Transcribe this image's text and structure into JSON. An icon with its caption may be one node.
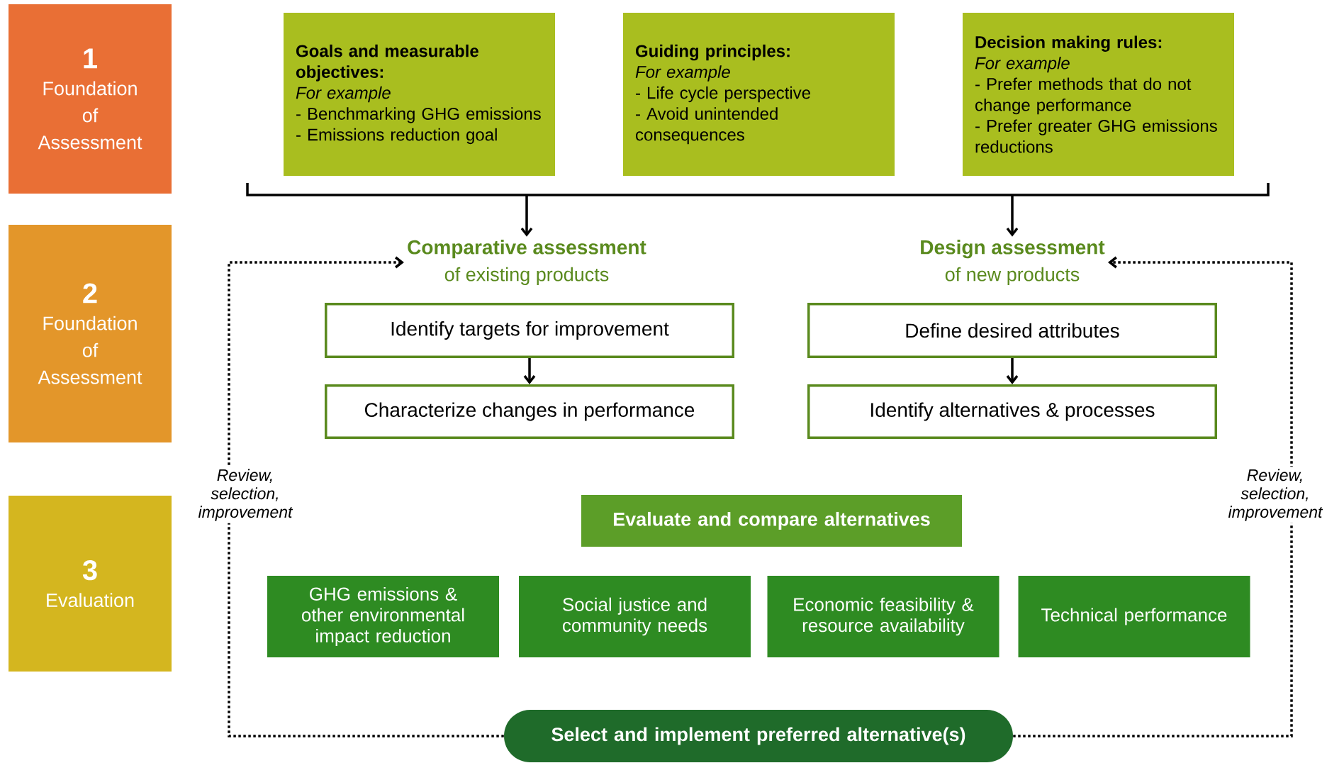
{
  "diagram": {
    "nodes": [
      {
        "text": [
          "1",
          "Foundation of Assessment"
        ]
      },
      {
        "text": [
          "Goals and measurable objectives:",
          "For example",
          "- Benchmarking GHG emissions",
          "- Emissions reduction goal"
        ]
      },
      {
        "text": [
          "Guiding principles:",
          "For example",
          "- Life cycle perspective",
          "- Avoid unintended consequences"
        ]
      },
      {
        "text": [
          "Decision making rules:",
          "For example",
          "- Prefer methods that do not change performance",
          "- Prefer greater GHG emissions reductions"
        ]
      },
      {
        "text": [
          "2",
          "Foundation of Assessment"
        ]
      },
      {
        "text": [
          "Comparative assessment",
          "of existing products"
        ]
      },
      {
        "text": [
          "Design assessment",
          "of new products"
        ]
      },
      {
        "text": [
          "Identify targets for improvement"
        ]
      },
      {
        "text": [
          "Define desired attributes"
        ]
      },
      {
        "text": [
          "Characterize changes in performance"
        ]
      },
      {
        "text": [
          "Identify alternatives & processes"
        ]
      },
      {
        "text": [
          "3",
          "Evaluation"
        ]
      },
      {
        "text": [
          "Evaluate and compare alternatives"
        ]
      },
      {
        "text": [
          "GHG emissions & other environmental impact reduction"
        ]
      },
      {
        "text": [
          "Social justice and community needs"
        ]
      },
      {
        "text": [
          "Economic feasibility & resource availability"
        ]
      },
      {
        "text": [
          "Technical performance"
        ]
      },
      {
        "text": [
          "Select and implement preferred alternative(s)"
        ]
      }
    ],
    "edges": [
      {
        "from": 7,
        "to": 9,
        "arrow": "to"
      },
      {
        "from": 8,
        "to": 10,
        "arrow": "to"
      },
      {
        "from": null,
        "to": 5,
        "arrow": "to"
      },
      {
        "from": null,
        "to": 6,
        "arrow": "to"
      },
      {
        "from": 17,
        "to": 5,
        "arrow": "to",
        "style": "dashed",
        "label": "Review, selection, improvement"
      },
      {
        "from": 17,
        "to": 6,
        "arrow": "to",
        "style": "dashed",
        "label": "Review, selection, improvement"
      }
    ]
  }
}
